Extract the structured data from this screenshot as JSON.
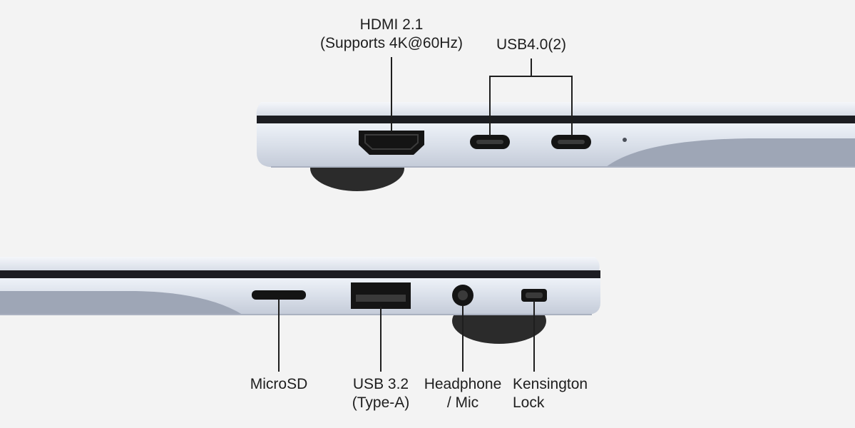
{
  "top_view": {
    "ports": [
      {
        "id": "hdmi",
        "icon": "hdmi-port-icon",
        "lines": [
          "HDMI 2.1",
          "(Supports 4K@60Hz)"
        ]
      },
      {
        "id": "usb4",
        "icon": "usb-c-port-icon",
        "lines": [
          "USB4.0(2)"
        ]
      }
    ]
  },
  "bottom_view": {
    "ports": [
      {
        "id": "microsd",
        "icon": "microsd-slot-icon",
        "lines": [
          "MicroSD"
        ]
      },
      {
        "id": "usb-a",
        "icon": "usb-a-port-icon",
        "lines": [
          "USB 3.2",
          "(Type-A)"
        ]
      },
      {
        "id": "headphone",
        "icon": "headphone-jack-icon",
        "lines": [
          "Headphone",
          "/ Mic"
        ]
      },
      {
        "id": "kensington",
        "icon": "kensington-lock-icon",
        "lines": [
          "Kensington",
          "Lock"
        ]
      }
    ]
  },
  "colors": {
    "background": "#f3f3f3",
    "chassis": "#dfe5ef",
    "chassis_shadow": "#9ea6b6",
    "seam": "#1c1d22",
    "port": "#141414",
    "foot": "#2b2b2b",
    "leader_line": "#1e1e1e"
  }
}
